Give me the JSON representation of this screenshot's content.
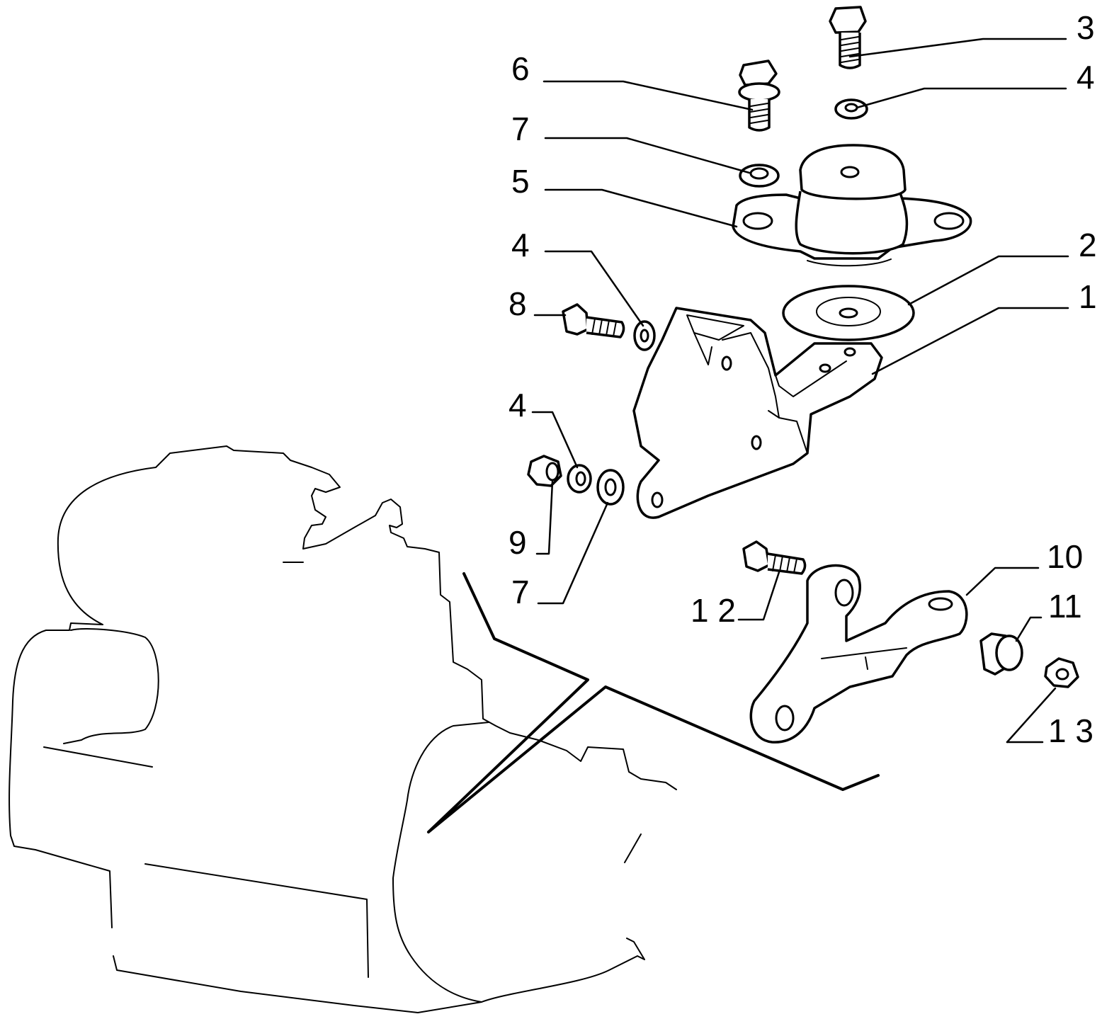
{
  "diagram": {
    "callouts": [
      {
        "id": "c3",
        "label": "3"
      },
      {
        "id": "c6",
        "label": "6"
      },
      {
        "id": "c4a",
        "label": "4"
      },
      {
        "id": "c7a",
        "label": "7"
      },
      {
        "id": "c5",
        "label": "5"
      },
      {
        "id": "c2",
        "label": "2"
      },
      {
        "id": "c4b",
        "label": "4"
      },
      {
        "id": "c1",
        "label": "1"
      },
      {
        "id": "c8",
        "label": "8"
      },
      {
        "id": "c4c",
        "label": "4"
      },
      {
        "id": "c9",
        "label": "9"
      },
      {
        "id": "c7b",
        "label": "7"
      },
      {
        "id": "c10",
        "label": "10"
      },
      {
        "id": "c12",
        "label": "1 2"
      },
      {
        "id": "c11",
        "label": "11"
      },
      {
        "id": "c13",
        "label": "1 3"
      }
    ]
  }
}
